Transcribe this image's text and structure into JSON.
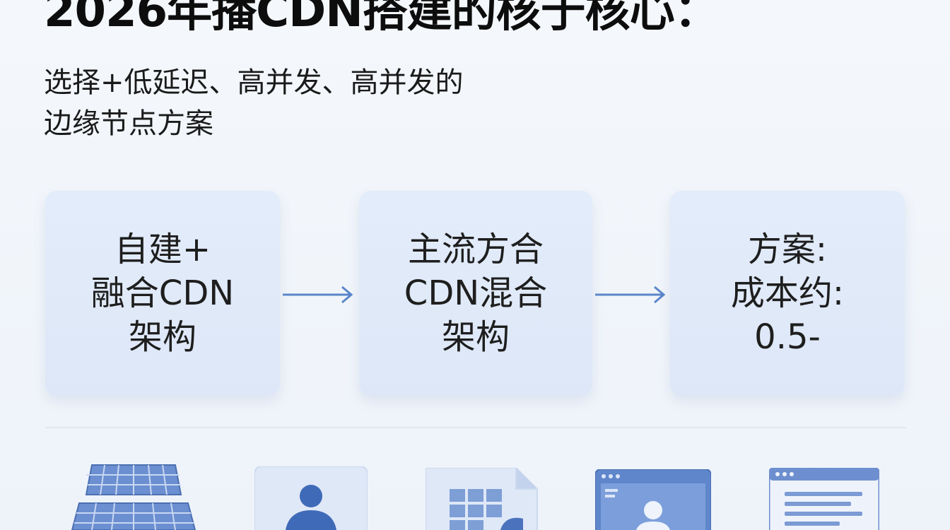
{
  "header": {
    "title": "2026年播CDN搭建的核于核心：",
    "subtitle_line1": "选择+低延迟、高并发、高并发的",
    "subtitle_line2": "边缘节点方案"
  },
  "cards": [
    {
      "line1": "自建+",
      "line2": "融合CDN",
      "line3": "架构"
    },
    {
      "line1": "主流方合",
      "line2": "CDN混合",
      "line3": "架构"
    },
    {
      "line1": "方案:",
      "line2": "成本约:",
      "line3": "0.5-"
    }
  ],
  "icons": [
    "server-grid-icon",
    "user-icon",
    "document-grid-icon",
    "browser-user-icon",
    "document-text-icon"
  ],
  "colors": {
    "accent": "#5b86c9",
    "card_bg": "#e1eaf8",
    "icon_blue": "#5a7fc4"
  }
}
